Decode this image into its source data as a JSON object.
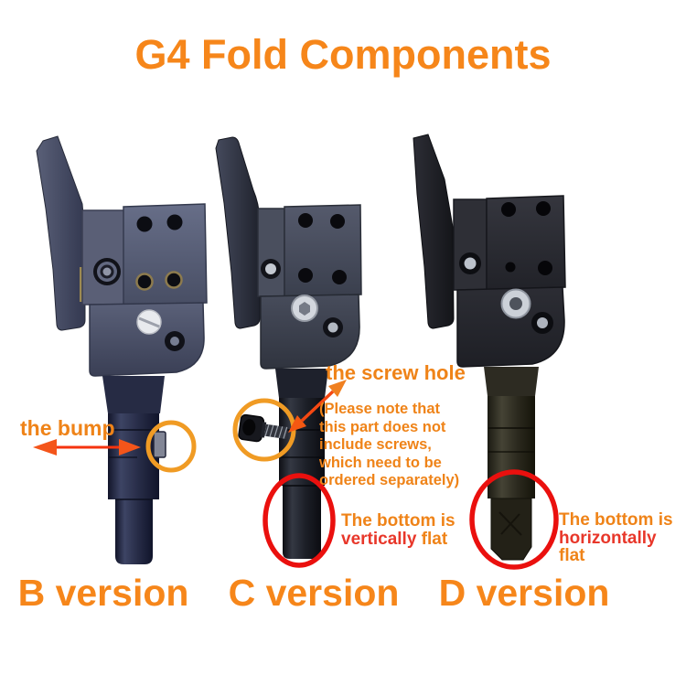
{
  "title": "G4 Fold Components",
  "colors": {
    "background": "#FFFFFF",
    "orange": "#EF8318",
    "title_orange": "#F6861A",
    "red_text": "#E8372A",
    "arrow_red": "#F5330E",
    "arrow_orange": "#F4661A",
    "circle_orange": "#F09B24",
    "circle_red": "#EA100E"
  },
  "versions": [
    {
      "label": "B version"
    },
    {
      "label": "C version"
    },
    {
      "label": "D version"
    }
  ],
  "annotations": {
    "bump": {
      "label": "the bump"
    },
    "screw_hole": {
      "label": "the screw hole",
      "note": "(Please note that\nthis part does not\ninclude screws,\nwhich need to be\nordered separately)"
    },
    "c_bottom": {
      "line1": "The bottom is",
      "emphasis": "vertically",
      "suffix": " flat"
    },
    "d_bottom": {
      "line1": "The bottom is",
      "emphasis": "horizontally",
      "suffix": " flat"
    }
  }
}
